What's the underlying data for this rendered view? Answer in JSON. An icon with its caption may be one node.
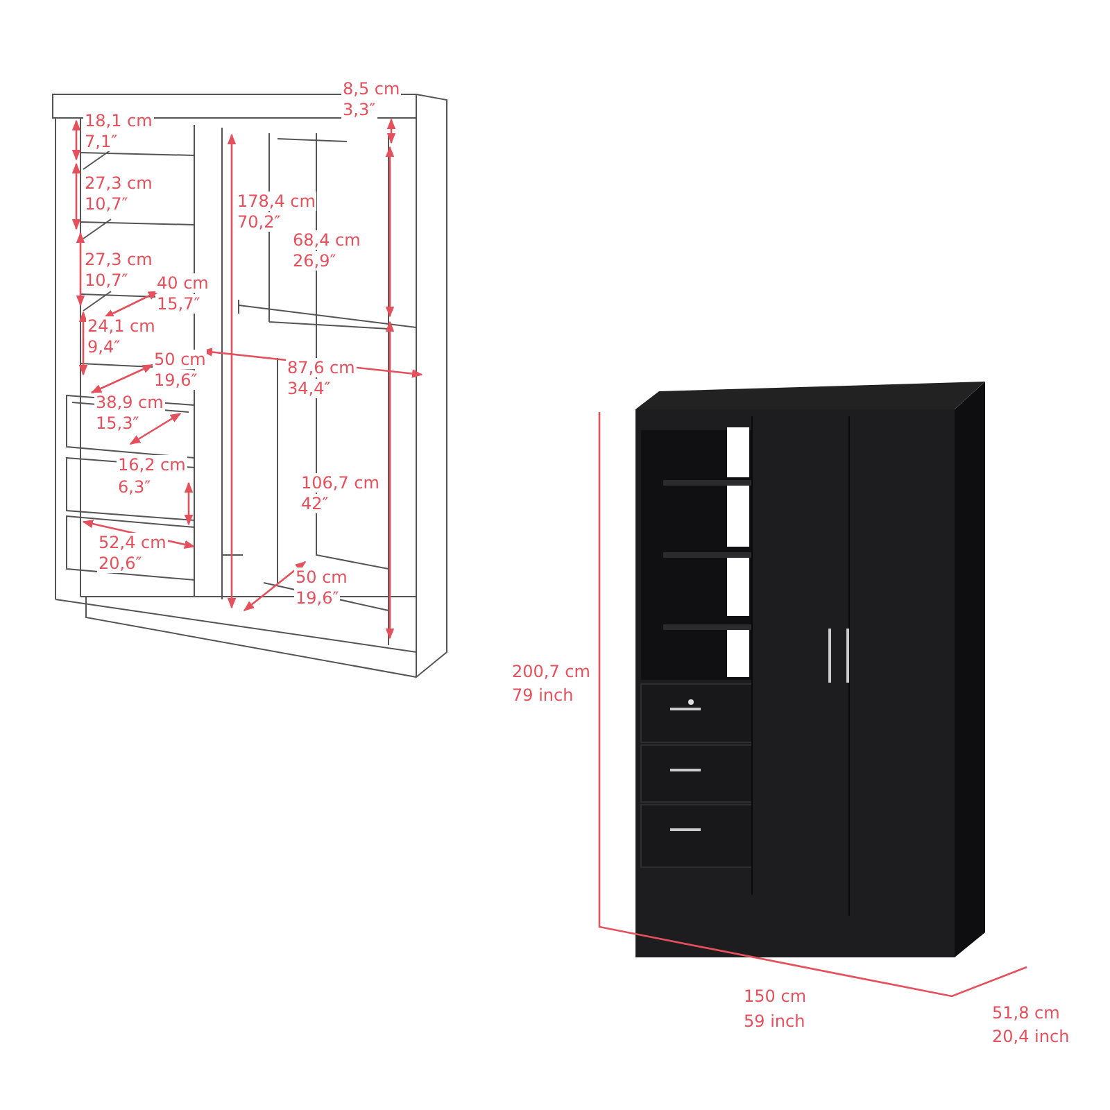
{
  "diagram": {
    "labels": [
      "8,5 cm",
      "3,3″",
      "18,1 cm",
      "7,1″",
      "27,3 cm",
      "10,7″",
      "178,4 cm",
      "70,2″",
      "68,4 cm",
      "27,3 cm",
      "26,9″",
      "10,7″",
      "40 cm",
      "15,7″",
      "24,1 cm",
      "9,4″",
      "50 cm",
      "87,6 cm",
      "19,6″",
      "34,4″",
      "38,9 cm",
      "15,3″",
      "16,2 cm",
      "6,3″",
      "106,7 cm",
      "42″",
      "52,4 cm",
      "20,6″",
      "50 cm",
      "19,6″",
      "200,7 cm",
      "79 inch",
      "150 cm",
      "59 inch",
      "51,8 cm",
      "20,4 inch"
    ]
  }
}
